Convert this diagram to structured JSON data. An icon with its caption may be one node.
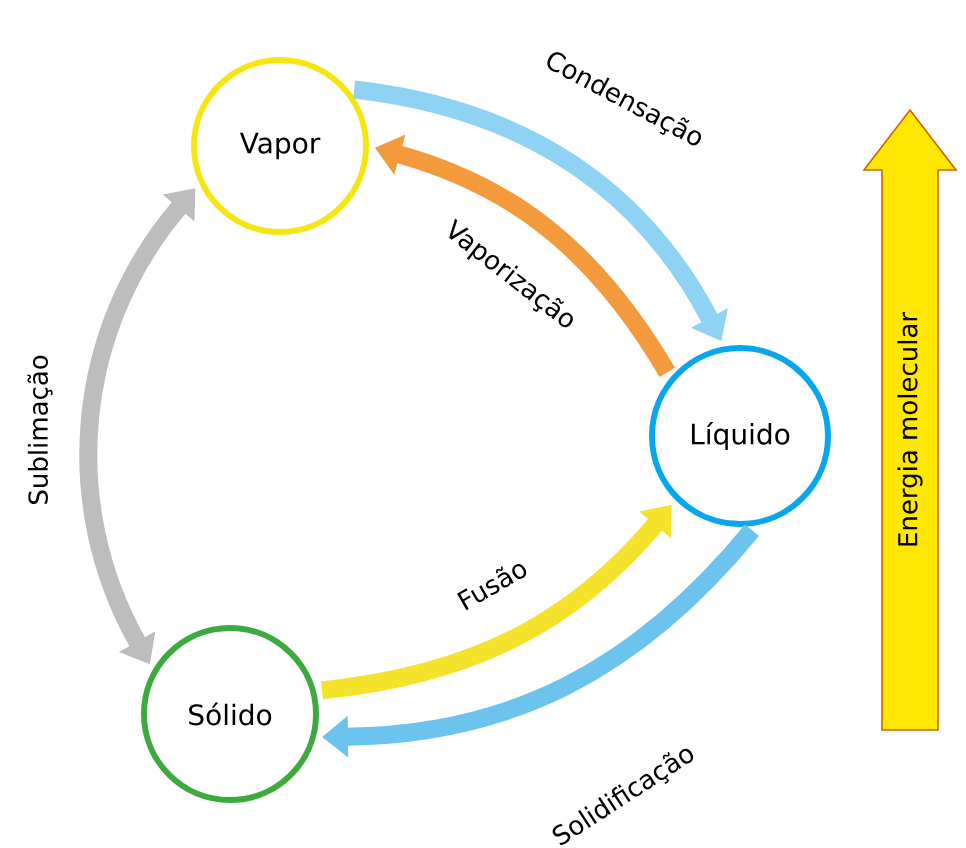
{
  "diagram": {
    "nodes": [
      {
        "text": [
          "Vapor"
        ]
      },
      {
        "text": [
          "Líquido"
        ]
      },
      {
        "text": [
          "Sólido"
        ]
      }
    ],
    "edges": [
      {
        "from": 0,
        "to": 1,
        "arrow": "to",
        "label": "Condensação",
        "color": "#8fd3f4"
      },
      {
        "from": 1,
        "to": 0,
        "arrow": "to",
        "label": "Vaporização",
        "color": "#f39a3c"
      },
      {
        "from": 2,
        "to": 1,
        "arrow": "to",
        "label": "Fusão",
        "color": "#f5e22a"
      },
      {
        "from": 1,
        "to": 2,
        "arrow": "to",
        "label": "Solidificação",
        "color": "#6cc4ee"
      },
      {
        "from": 2,
        "to": 0,
        "arrow": "both",
        "label": "Sublimação",
        "color": "#bdbdbd"
      }
    ],
    "labels": [
      "Energia molecular"
    ]
  }
}
